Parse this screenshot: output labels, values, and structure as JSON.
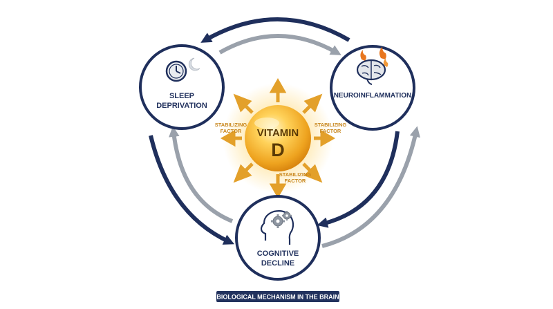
{
  "center": {
    "line1": "VITAMIN",
    "line2": "D"
  },
  "nodes": {
    "sleep": {
      "line1": "SLEEP",
      "line2": "DEPRIVATION",
      "icon": "clock-moon-icon"
    },
    "neuro": {
      "line1": "NEUROINFLAMMATION",
      "icon": "brain-fire-icon"
    },
    "cognitive": {
      "line1": "COGNITIVE",
      "line2": "DECLINE",
      "icon": "head-gears-icon"
    }
  },
  "factors": {
    "left": {
      "line1": "STABILIZING",
      "line2": "FACTOR"
    },
    "right": {
      "line1": "STABILIZING",
      "line2": "FACTOR"
    },
    "bottom": {
      "line1": "STABILIZING",
      "line2": "FACTOR"
    }
  },
  "caption": "BIOLOGICAL MECHANISM IN THE BRAIN",
  "colors": {
    "navy": "#1f2f5c",
    "gray_arrow": "#9aa1ab",
    "gold": "#e6a021",
    "ray": "#e3a02a",
    "factor_text": "#c8861c"
  }
}
